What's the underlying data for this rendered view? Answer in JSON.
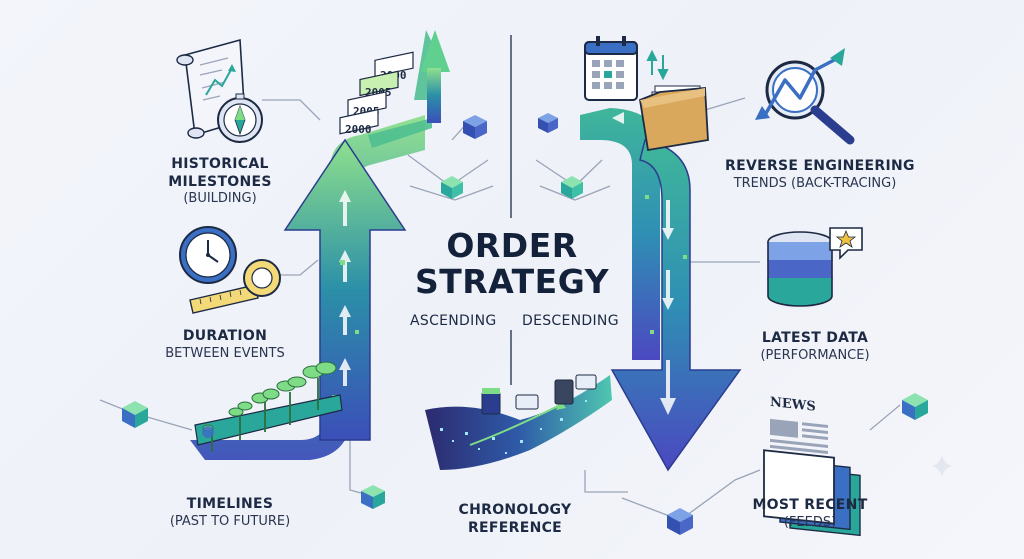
{
  "center": {
    "title_line1": "ORDER",
    "title_line2": "STRATEGY",
    "left_label": "ASCENDING",
    "right_label": "DESCENDING"
  },
  "ascending_items": [
    {
      "line1": "HISTORICAL",
      "line2": "MILESTONES",
      "line3": "(BUILDING)"
    },
    {
      "line1": "DURATION",
      "line2": "BETWEEN EVENTS"
    },
    {
      "line1": "TIMELINES",
      "line2": "(PAST TO FUTURE)"
    }
  ],
  "descending_items": [
    {
      "line1": "REVERSE ENGINEERING",
      "line2": "TRENDS (BACK-TRACING)"
    },
    {
      "line1": "LATEST DATA",
      "line2": "(PERFORMANCE)"
    },
    {
      "line1": "MOST RECENT",
      "line2": "(FEEDS)"
    }
  ],
  "bottom_item": {
    "line1": "CHRONOLOGY",
    "line2": "REFERENCE"
  },
  "year_tags": [
    "2000",
    "2005",
    "2005",
    "2000"
  ],
  "newspaper_label": "NEWS",
  "colors": {
    "green": "#7fdc86",
    "teal": "#2aa79b",
    "blue": "#3a6fc4",
    "indigo": "#4a47b8",
    "navy": "#1d2a44"
  },
  "icons": [
    "scroll-icon",
    "compass-icon",
    "clock-icon",
    "tape-measure-icon",
    "sprouts-icon",
    "calendar-icon",
    "folder-icon",
    "magnifier-trend-icon",
    "database-star-icon",
    "newspaper-icon",
    "data-stream-icon"
  ]
}
